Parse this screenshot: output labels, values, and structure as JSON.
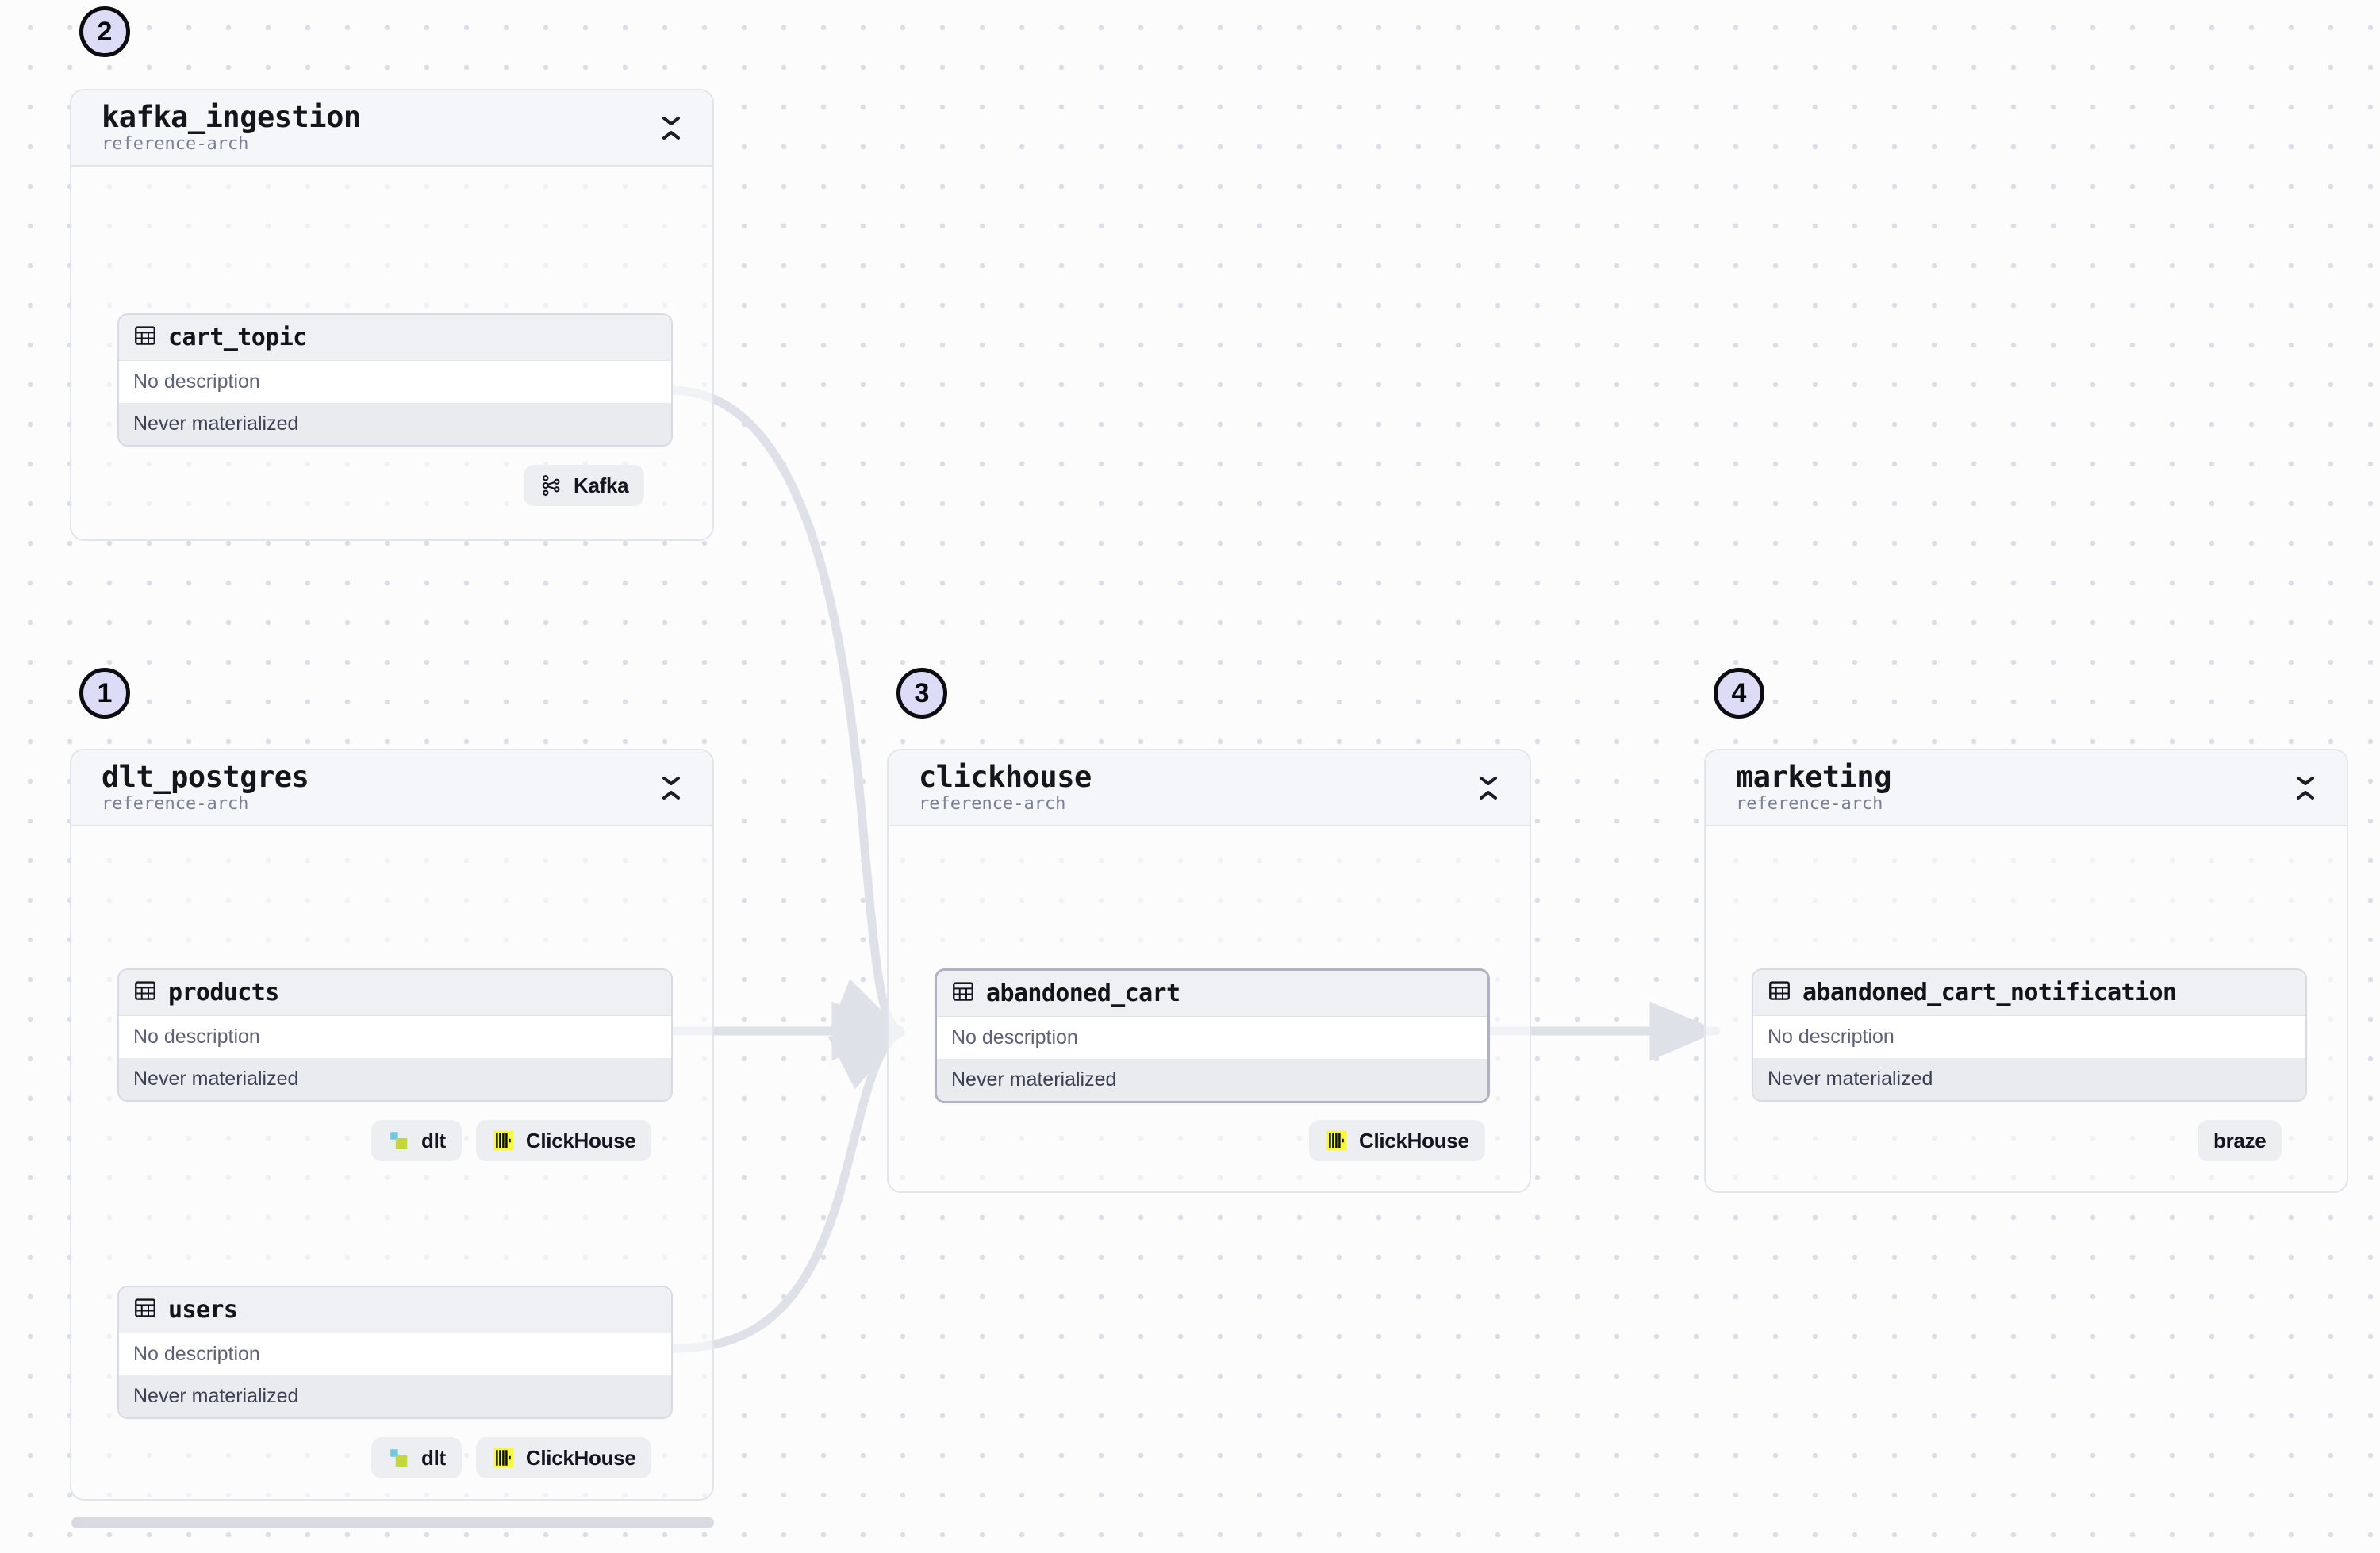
{
  "canvas": {
    "background_color": "#fcfcfd",
    "dot_color": "#dcdee6",
    "edge_color": "#dfe1e8",
    "accent_step_fill": "#dcdcf7",
    "accent_step_border": "#0b0b10"
  },
  "groups": [
    {
      "id": "kafka_ingestion",
      "name": "kafka_ingestion",
      "subtitle": "reference-arch",
      "collapse_icon": "collapse-vertical-icon",
      "step": "2",
      "tables": [
        {
          "id": "cart_topic",
          "icon": "table-icon",
          "name": "cart_topic",
          "description": "No description",
          "materialization": "Never materialized",
          "selected": false,
          "badges": [
            {
              "label": "Kafka",
              "icon": "kafka-icon"
            }
          ]
        }
      ]
    },
    {
      "id": "dlt_postgres",
      "name": "dlt_postgres",
      "subtitle": "reference-arch",
      "collapse_icon": "collapse-vertical-icon",
      "step": "1",
      "tables": [
        {
          "id": "products",
          "icon": "table-icon",
          "name": "products",
          "description": "No description",
          "materialization": "Never materialized",
          "selected": false,
          "badges": [
            {
              "label": "dlt",
              "icon": "dlt-icon"
            },
            {
              "label": "ClickHouse",
              "icon": "clickhouse-icon"
            }
          ]
        },
        {
          "id": "users",
          "icon": "table-icon",
          "name": "users",
          "description": "No description",
          "materialization": "Never materialized",
          "selected": false,
          "badges": [
            {
              "label": "dlt",
              "icon": "dlt-icon"
            },
            {
              "label": "ClickHouse",
              "icon": "clickhouse-icon"
            }
          ]
        }
      ]
    },
    {
      "id": "clickhouse",
      "name": "clickhouse",
      "subtitle": "reference-arch",
      "collapse_icon": "collapse-vertical-icon",
      "step": "3",
      "tables": [
        {
          "id": "abandoned_cart",
          "icon": "table-icon",
          "name": "abandoned_cart",
          "description": "No description",
          "materialization": "Never materialized",
          "selected": true,
          "badges": [
            {
              "label": "ClickHouse",
              "icon": "clickhouse-icon"
            }
          ]
        }
      ]
    },
    {
      "id": "marketing",
      "name": "marketing",
      "subtitle": "reference-arch",
      "collapse_icon": "collapse-vertical-icon",
      "step": "4",
      "tables": [
        {
          "id": "abandoned_cart_notification",
          "icon": "table-icon",
          "name": "abandoned_cart_notification",
          "description": "No description",
          "materialization": "Never materialized",
          "selected": false,
          "badges": [
            {
              "label": "braze",
              "icon": null
            }
          ]
        }
      ]
    }
  ],
  "edges": [
    {
      "from": "cart_topic",
      "to": "abandoned_cart",
      "style": "curved"
    },
    {
      "from": "products",
      "to": "abandoned_cart",
      "style": "straight"
    },
    {
      "from": "users",
      "to": "abandoned_cart",
      "style": "curved"
    },
    {
      "from": "abandoned_cart",
      "to": "abandoned_cart_notification",
      "style": "straight"
    }
  ],
  "scrollbar": {
    "name": "horizontal-scrollbar",
    "orientation": "horizontal"
  }
}
